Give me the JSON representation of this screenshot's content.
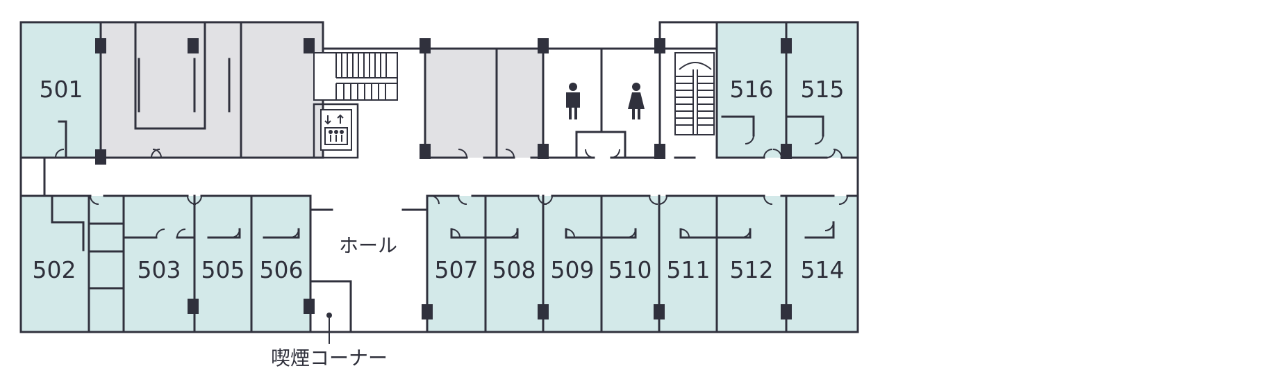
{
  "colors": {
    "guest_room": "#d3e9e9",
    "facility": "#e1e1e4",
    "corridor": "#ffffff",
    "wall": "#30313d",
    "text": "#2e2f3a"
  },
  "rooms": {
    "r501": "501",
    "r502": "502",
    "r503": "503",
    "r505": "505",
    "r506": "506",
    "r507": "507",
    "r508": "508",
    "r509": "509",
    "r510": "510",
    "r511": "511",
    "r512": "512",
    "r514": "514",
    "r515": "515",
    "r516": "516"
  },
  "labels": {
    "hall": "ホール",
    "smoking_corner": "喫煙コーナー"
  },
  "icons": {
    "stairs": "stairs-icon",
    "elevator": "elevator-icon",
    "mens_restroom": "male-restroom-icon",
    "womens_restroom": "female-restroom-icon"
  }
}
